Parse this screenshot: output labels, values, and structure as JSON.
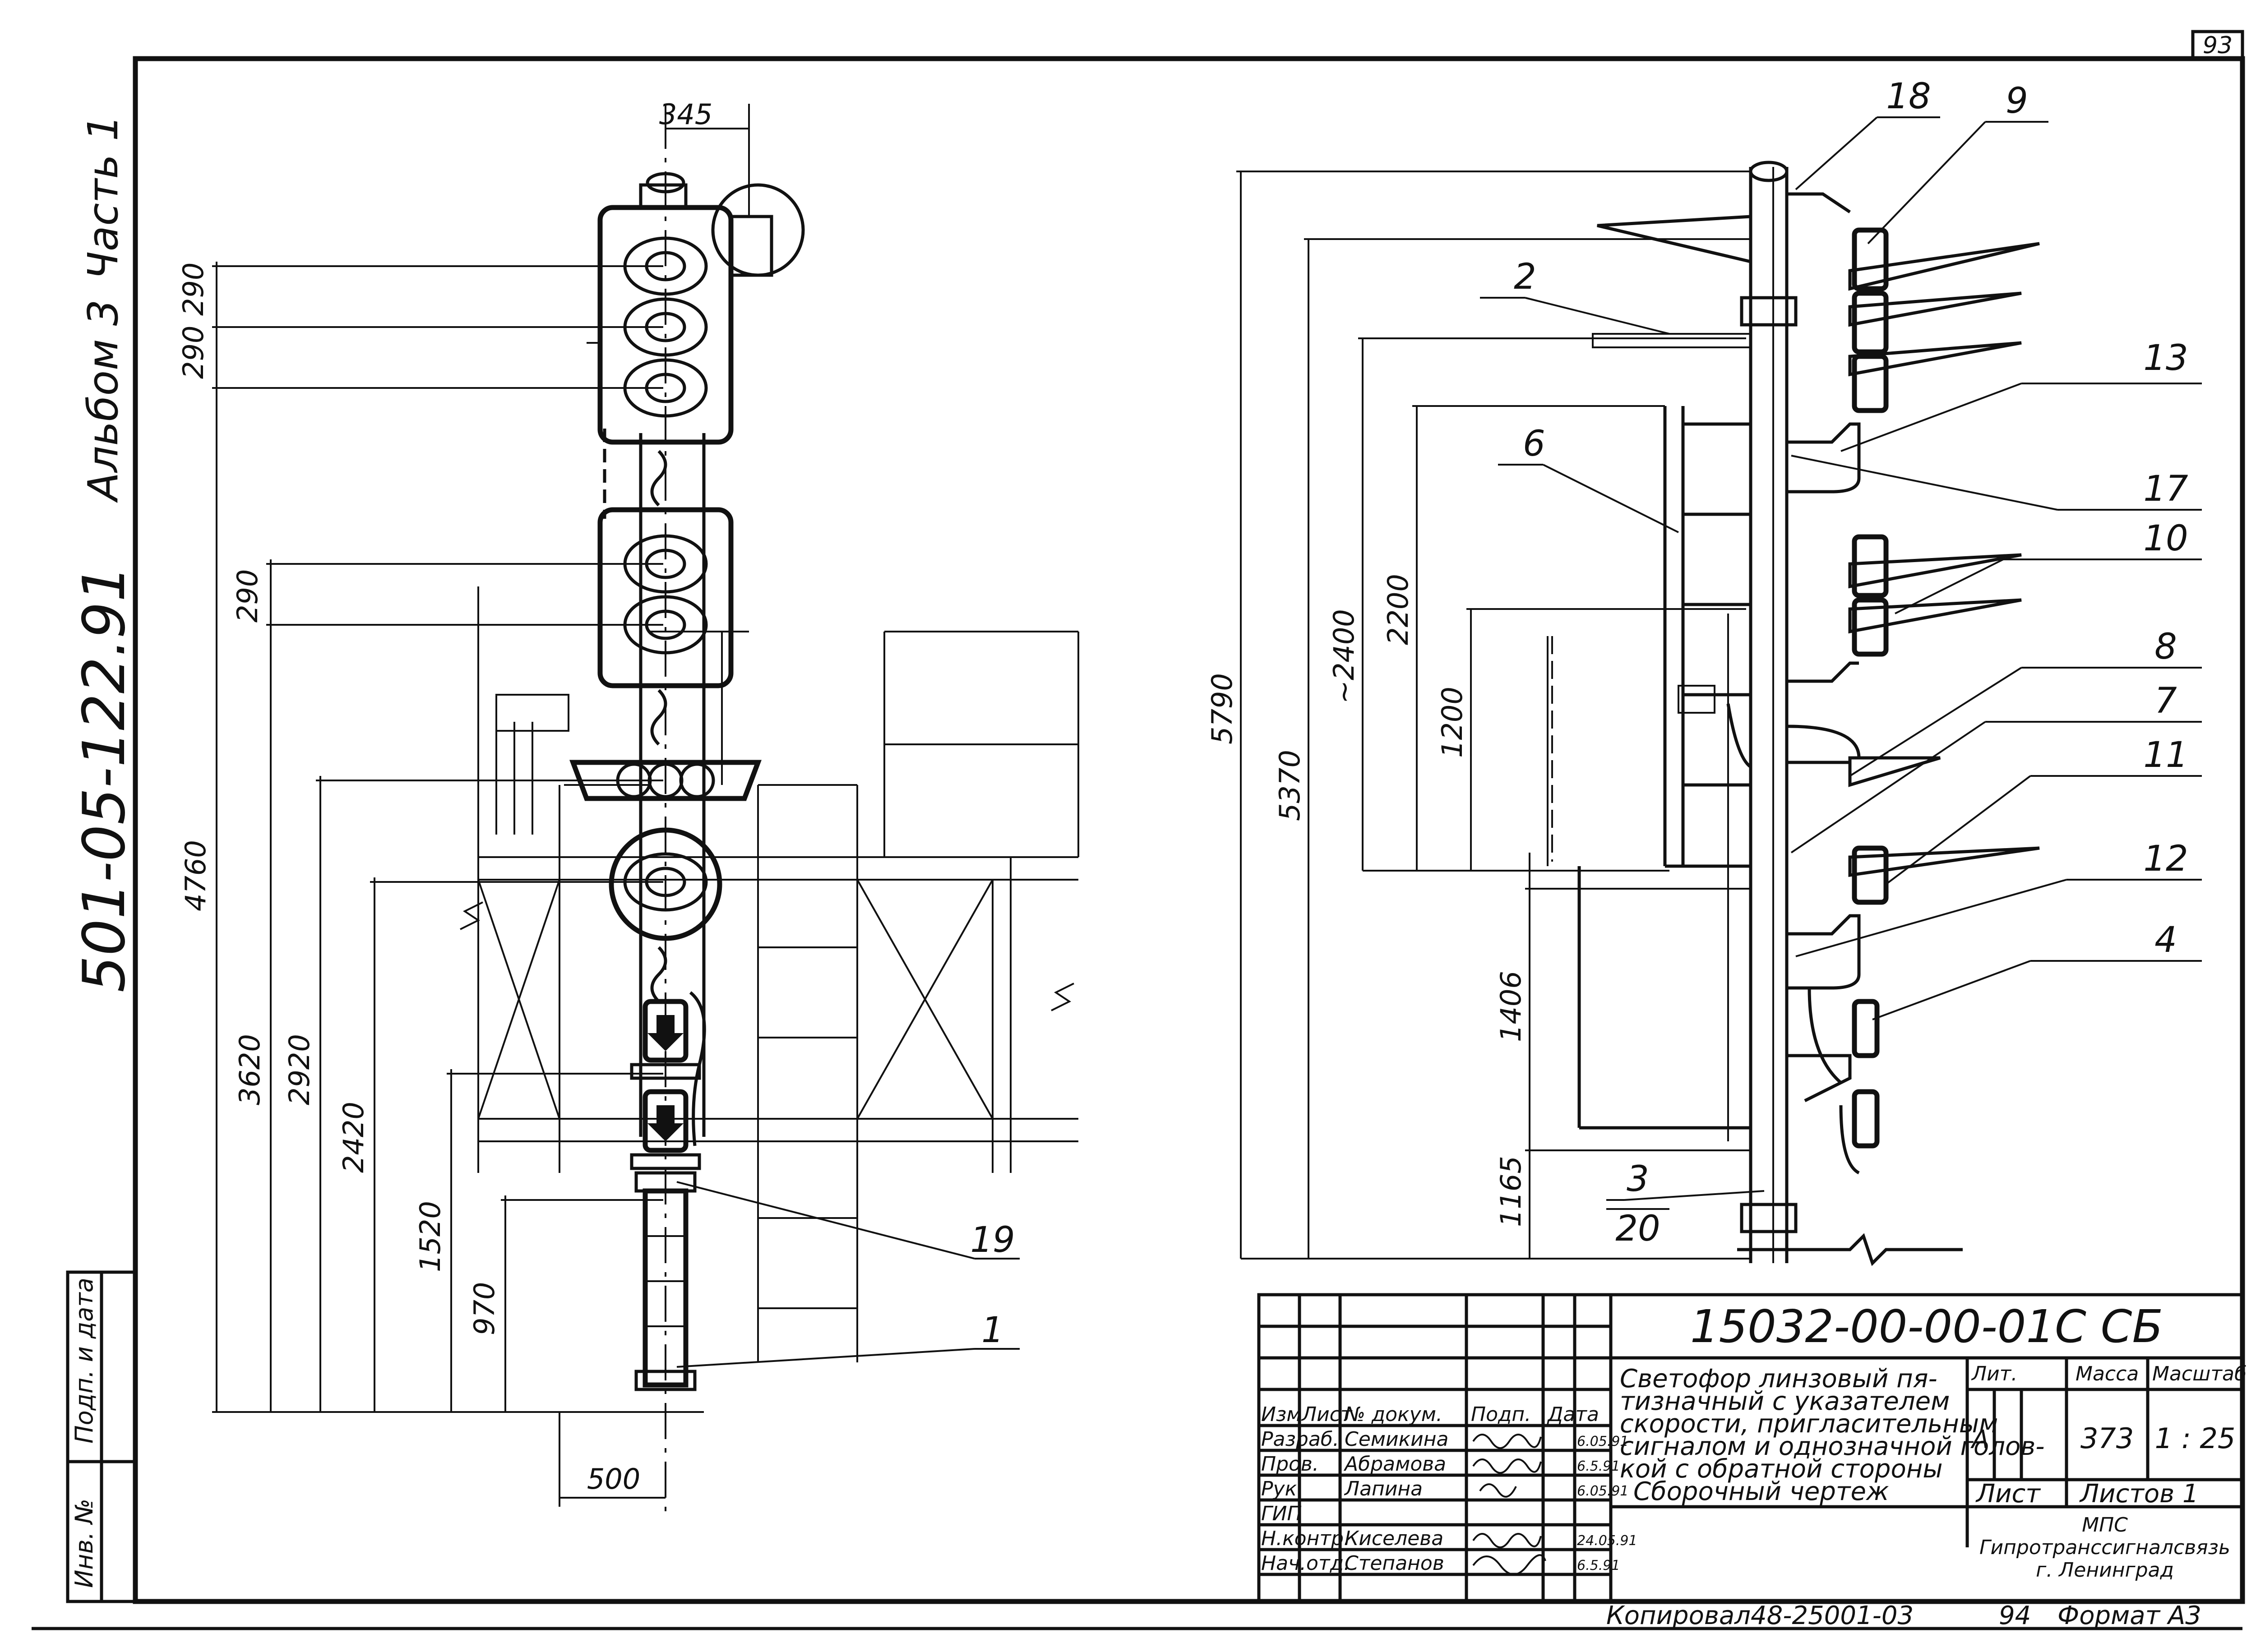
{
  "sheet_number": "93",
  "side_labels": {
    "part": "Часть 1",
    "album": "Альбом 3",
    "code": "501-05-122.91"
  },
  "left_stamp": {
    "inv": "Инв. №",
    "sign_date": "Подп. и дата"
  },
  "left_view": {
    "width_top": "345",
    "dims": [
      "290",
      "290",
      "290",
      "4760",
      "3620",
      "2920",
      "2420",
      "1520",
      "970"
    ],
    "width_bottom": "500",
    "callouts": [
      "19",
      "1"
    ]
  },
  "right_view": {
    "dims": [
      "5790",
      "5370",
      "~2400",
      "2200",
      "1200",
      "1406",
      "1165"
    ],
    "callouts": [
      "18",
      "9",
      "2",
      "13",
      "6",
      "17",
      "10",
      "8",
      "7",
      "11",
      "12",
      "4",
      "3",
      "20"
    ]
  },
  "title_block": {
    "doc_number": "15032-00-00-01С СБ",
    "description": [
      "Светофор линзовый пя-",
      "тизначный с указателем",
      "скорости, пригласительным",
      "сигналом и однозначной голов-",
      "кой с обратной стороны",
      "Сборочный чертеж"
    ],
    "col_headers": [
      "Изм",
      "Лист",
      "№ докум.",
      "Подп.",
      "Дата"
    ],
    "rows": [
      {
        "role": "Разраб.",
        "name": "Семикина",
        "date": "6.05.91"
      },
      {
        "role": "Пров.",
        "name": "Абрамова",
        "date": "6.5.91"
      },
      {
        "role": "Рук.",
        "name": "Лапина",
        "date": "6.05.91"
      },
      {
        "role": "ГИП",
        "name": "",
        "date": ""
      },
      {
        "role": "Н.контр.",
        "name": "Киселева",
        "date": "24.05.91"
      },
      {
        "role": "Нач.отд.",
        "name": "Степанов",
        "date": "6.5.91"
      }
    ],
    "lit_label": "Лит.",
    "lit_value": "А",
    "mass_label": "Масса",
    "mass_value": "373",
    "scale_label": "Масштаб",
    "scale_value": "1 : 25",
    "sheet_label": "Лист",
    "sheets_label": "Листов 1",
    "org": [
      "МПС",
      "Гипротранссигналсвязь",
      "г. Ленинград"
    ]
  },
  "footer": {
    "copied": "Копировал",
    "order": "48-25001-03",
    "sheet": "94",
    "format": "Формат А3"
  }
}
